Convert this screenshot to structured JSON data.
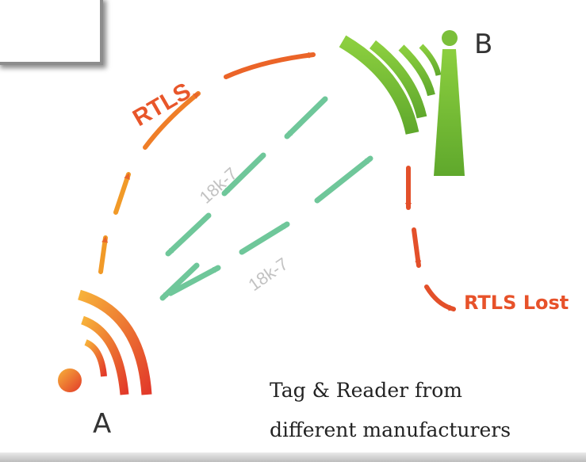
{
  "labels": {
    "tower": "B",
    "tag": "A",
    "arc_label": "RTLS",
    "lost_label": "RTLS Lost",
    "link_label_upper": "18k-7",
    "link_label_lower": "18k-7"
  },
  "caption": {
    "line1": "Tag & Reader from",
    "line2": "different manufacturers"
  },
  "colors": {
    "orange": "#f08a24",
    "red": "#e24a2a",
    "green": "#7bbf3a",
    "teal": "#6fc79a",
    "gray_text": "#bdbdbd"
  }
}
